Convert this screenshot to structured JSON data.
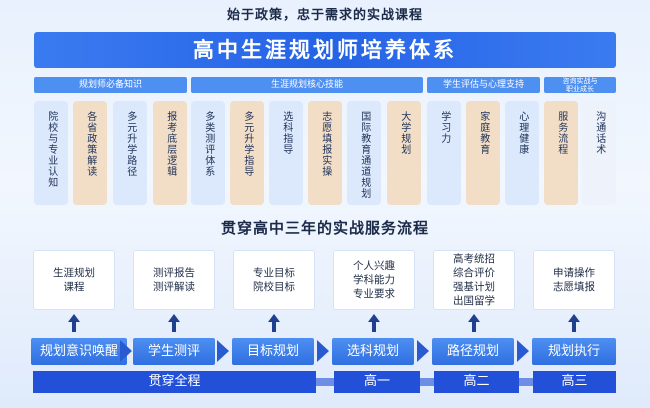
{
  "subtitle": "始于政策，忠于需求的实战课程",
  "title": "高中生涯规划师培养体系",
  "categories": [
    {
      "label": "规划师必备知识"
    },
    {
      "label": "生涯规划核心技能"
    },
    {
      "label": "学生评估与心理支持"
    },
    {
      "label": "咨询实战与\n职业成长"
    }
  ],
  "cards": [
    {
      "label": "院校与专业认知"
    },
    {
      "label": "各省政策解读"
    },
    {
      "label": "多元升学路径"
    },
    {
      "label": "报考底层逻辑"
    },
    {
      "label": "多类测评体系"
    },
    {
      "label": "多元升学指导"
    },
    {
      "label": "选科指导"
    },
    {
      "label": "志愿填报实操"
    },
    {
      "label": "国际教育通道规划"
    },
    {
      "label": "大学规划"
    },
    {
      "label": "学习力"
    },
    {
      "label": "家庭教育"
    },
    {
      "label": "心理健康"
    },
    {
      "label": "服务流程"
    },
    {
      "label": "沟通话术"
    }
  ],
  "section2": "贯穿高中三年的实战服务流程",
  "descriptions": [
    "生涯规划\n课程",
    "测评报告\n测评解读",
    "专业目标\n院校目标",
    "个人兴趣\n学科能力\n专业要求",
    "高考统招\n综合评价\n强基计划\n出国留学",
    "申请操作\n志愿填报"
  ],
  "stages": [
    "规划意识唤醒",
    "学生测评",
    "目标规划",
    "选科规划",
    "路径规划",
    "规划执行"
  ],
  "grades": [
    "贯穿全程",
    "高一",
    "高二",
    "高三"
  ]
}
